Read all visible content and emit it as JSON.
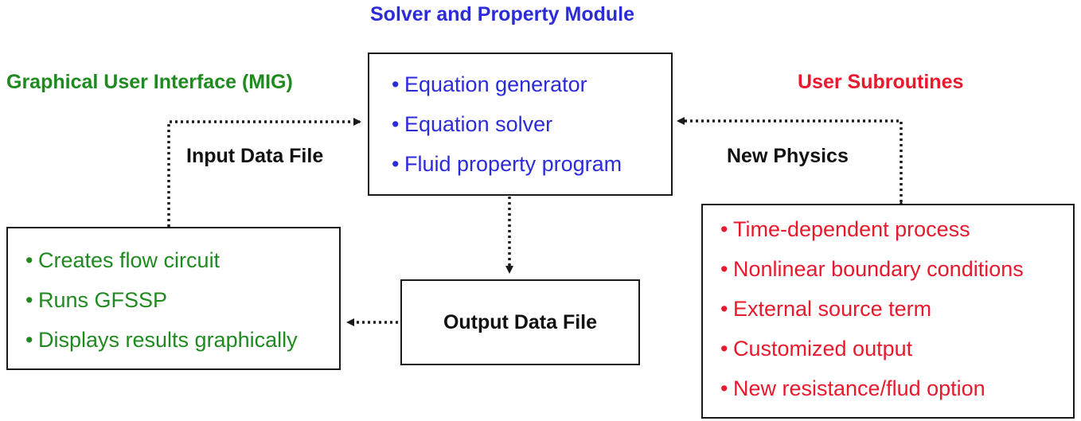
{
  "colors": {
    "solver": "#2b2bd9",
    "gui": "#1f8a1f",
    "user": "#e8192c",
    "line": "#1a1a1a"
  },
  "solver_module": {
    "title": "Solver and Property Module",
    "items": [
      "Equation generator",
      "Equation solver",
      "Fluid property program"
    ]
  },
  "gui": {
    "title": "Graphical User Interface (MIG)",
    "items": [
      "Creates flow circuit",
      "Runs GFSSP",
      "Displays results graphically"
    ]
  },
  "user_subroutines": {
    "title": "User Subroutines",
    "items": [
      "Time-dependent process",
      "Nonlinear boundary conditions",
      "External source term",
      "Customized output",
      "New resistance/flud option"
    ]
  },
  "links": {
    "input_data_file": "Input Data File",
    "new_physics": "New Physics",
    "output_data_file": "Output Data File"
  },
  "bullet": "•"
}
